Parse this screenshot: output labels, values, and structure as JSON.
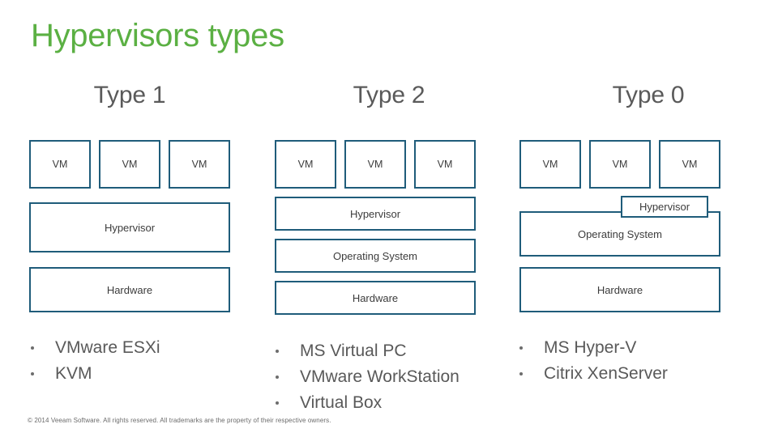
{
  "slide": {
    "title": "Hypervisors types",
    "footer": "© 2014 Veeam Software. All rights reserved. All trademarks are the property of their respective owners.",
    "colors": {
      "title_green": "#5bb043",
      "box_border_blue": "#1f5c7a",
      "heading_gray": "#5a5a5a",
      "body_gray": "#595959",
      "background": "#ffffff"
    }
  },
  "columns": [
    {
      "id": "type1",
      "heading": "Type 1",
      "vms": [
        "VM",
        "VM",
        "VM"
      ],
      "layers": [
        {
          "name": "hypervisor",
          "label": "Hypervisor"
        },
        {
          "name": "hardware",
          "label": "Hardware"
        }
      ],
      "examples": [
        "VMware ESXi",
        "KVM"
      ]
    },
    {
      "id": "type2",
      "heading": "Type 2",
      "vms": [
        "VM",
        "VM",
        "VM"
      ],
      "layers": [
        {
          "name": "hypervisor",
          "label": "Hypervisor"
        },
        {
          "name": "operating-system",
          "label": "Operating System"
        },
        {
          "name": "hardware",
          "label": "Hardware"
        }
      ],
      "examples": [
        "MS Virtual PC",
        "VMware WorkStation",
        "Virtual Box"
      ]
    },
    {
      "id": "type0",
      "heading": "Type 0",
      "vms": [
        "VM",
        "VM",
        "VM"
      ],
      "layers": [
        {
          "name": "hypervisor",
          "label": "Hypervisor"
        },
        {
          "name": "operating-system",
          "label": "Operating System"
        },
        {
          "name": "hardware",
          "label": "Hardware"
        }
      ],
      "examples": [
        "MS Hyper-V",
        "Citrix XenServer"
      ]
    }
  ]
}
